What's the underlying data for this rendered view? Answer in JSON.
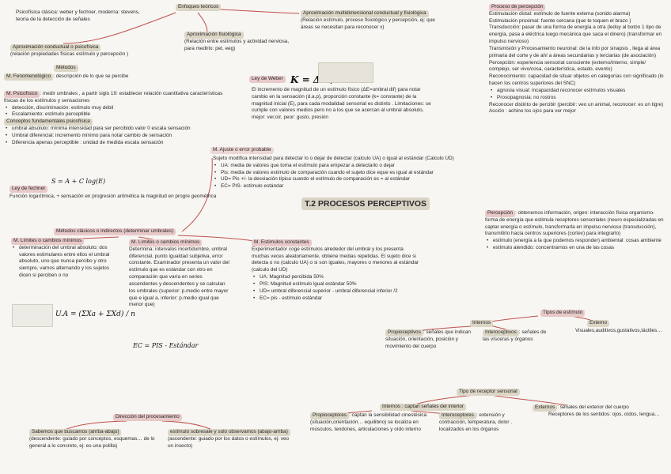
{
  "enfoques": {
    "title": "Enfoques teóricos",
    "psicofisica": "Psicofísica clásica: weber y fechner, moderna: stevens, teoría de la detección de señales",
    "multi_title": "Aproximación multidimensional conductual y fisiológica",
    "multi_text": "(Relación estímulo, proceso fisiológico y percepción, ej: que áreas se necesitan para reconocer x)",
    "fisio_title": "Aproximación fisiológica",
    "fisio_text": "(Relación entre estímulos y actividad nerviosa, para medirlo: pet, eeg)",
    "cond_title": "Aproximación conductual o psicofísica",
    "cond_text": "(relación propiedades físicas estímulo y percepción )"
  },
  "metodos": {
    "title": "Métodos",
    "feno_label": "M. Fenomenológico",
    "feno_text": ": descripción de lo que se percibe",
    "psico_label": "M. Psicofísico",
    "psico_text": ": medir umbrales , a partir siglo 19: establecer relación cuantitativa características físicas de los estímulos y sensaciones",
    "psico_items": [
      "detección, discriminación: estímulo muy débil",
      "Escalamiento: estímulo perceptible"
    ],
    "conceptos_title": "Conceptos fundamentales psicofísica",
    "conceptos_items": [
      "umbral absoluto: mínima intensidad para ser percibido valor 0 escala sensación",
      "Umbral diferencial: incremento mínimo para notar cambio de sensación",
      "Diferencia apenas perceptible : unidad de medida escala sensación"
    ]
  },
  "weber": {
    "title": "Ley de Weber",
    "formula": "K = ΔE / E",
    "text": "El incremento de magnitud de un estímulo físico (ΔE=umbral dif) para notar cambio en la sensación (d.a.p), proporción constante (k= constante) de la magnitud inicial (E), para cada modalidad sensorial es distinto . Limitaciones: se cumple con valores medios pero no a los que se acercan al umbral absoluto, mejor: ver,oír, peor: gusto, presión"
  },
  "fechner": {
    "title": "Ley de fechner",
    "formula": "S = A + C log(E)",
    "text": "Función logarítmica, + sensación en progresión aritmética la magnitud en progre geométrica"
  },
  "ajuste": {
    "title": "M. Ajuste o error probable",
    "intro": "Sujeto modifica intensidad para detectar lo o dejar de detectar (calculo UA) o igual al estándar (Calculo UD)",
    "items": [
      "UA: media de valores que toma el estímulo para empezar a detectarlo o dejar",
      "Pis: media de valores estimulo de comparación cuando el sujeto dice eque es igual al estándar",
      "UD= Pis +/- la desviación típica cuando el estímulo de comparación es = al estándar",
      "EC= PIS- estímulo estándar"
    ]
  },
  "page_title": "T.2 PROCESOS PERCEPTIVOS",
  "clasicos": {
    "title": "Métodos clásicos o indirectos (determinar umbrales)",
    "lim1_title": "M. Límites o cambios mínimos",
    "lim1_items": [
      "determinación del umbral absoluto; dos valores estimulares entre ellos el umbral absoluto, uno que nunca percibo y otro siempre, vamos alternando y los sujetos dicen si perciben o no"
    ],
    "lim1_formula": "U.A = (ΣXa + ΣXd) / n",
    "lim2_title": "M. Límites o cambios mínimos",
    "lim2_text": "Determina: intervalos incertidumbre, umbral diferencial, punto igualdad subjetiva, error constante. Examinador presenta un valor del estímulo que es estándar con otro en comparación que varía en series ascendentes y descendentes y se calculan los umbrales (superior: p.medio entre mayor que e igual a, inferior: p.medio igual que menor que)",
    "lim2_formula": "EC = PIS - Estándar",
    "const_title": "M. Estímulos constantes",
    "const_intro": "Experimentador coge estímulos alrededor del umbral y los presenta muchas veces aleatoriamente, obtiene medias repetidas. El sujeto dice si detecta o no (calculo UA) o si son iguales, mayores o menores al estándar (calculo del UD)",
    "const_items": [
      "UA: Magnitud percibida 50%",
      "PIS: Magnitud estímulo igual estándar 50%",
      "UD= umbral diferencial superior - umbral diferencial inferior /2",
      "EC= pis - estímulo estándar"
    ]
  },
  "direccion": {
    "title": "Dirección del procesamiento",
    "bu_title": "Sabemos que buscamos (arriba-abajo)",
    "bu_text": "(descendente: guiado por conceptos, esquemas… de lo general a lo concreto, ej: es una polilla)",
    "td_title": "estímulo sobresale y solo observamos (abajo-arriba)",
    "td_text": "(ascendente: guiado por los datos o estímulos, ej: veo un insecto)"
  },
  "proceso": {
    "title": "Proceso de percepción",
    "lines": [
      "Estimulación distal: estímulo de fuente externa (sonido alarma)",
      "Estimulación proximal: fuente cercana (que te toquen el brazo )",
      "Transducción: pasar de una forma de energía a otra (ledoy al botón 1 tipo de energía, pasa a eléctrica luego mecánica que saca el dinero) (transformar en impulso nervioso)",
      "Transmisión y Procesamiento neuronal: de la info por sinapsis , llega al área primaria del corte y de ahí a áreas secundarias y terciarias (de asociación)",
      "Percepción: experiencia sensorial consciente (externo/interno, simple/ complejo, ser vivo/cosa, característica, estado, evento)",
      "Reconocimiento: capacidad de situar objetos en categorías con significado (lo hacen los centros superiores del SNC)"
    ],
    "rec_items": [
      "agnosia visual: incapacidad reconocer estímulos visuales",
      "Prosopagnosia: no rostros"
    ],
    "lines2": [
      "Reconocer distinto de percibir (percibir: veo un animal, reconocer: es un tigre)",
      "Acción : achino los ojos para ver mejor"
    ]
  },
  "percepcion": {
    "label": "Percepción",
    "text": ": obtenemos información, origen: interacción física organismo-forma de energía que estimula receptores sensoriales (neuro especializadas en captar energía o estímulo, transformarla en impulso nervioso (transducción), transmitirlo hacia centros superiores (cortex) para integrarlo)",
    "items": [
      "estímulo (energía a la que podemos responder) ambiental: cosas ambiente",
      "estímulo atendido: concentrarnos en una de las cosas"
    ]
  },
  "tipos_estimulo": {
    "title": "Tipos de estímulo",
    "internos": "Internos",
    "externos": "Externo",
    "externos_text": "Visuales,auditivos,gustativos,táctiles…",
    "propio_label": "Propioceptivos",
    "propio_text": ": señales que indican situación, orientación, posición y movimiento del cuerpo",
    "intero_label": "Interoceptivos",
    "intero_text": ": señales de las vísceras y órganos"
  },
  "tipos_receptor": {
    "title": "Tipo de receptor sensorial",
    "internos": "Internos : captan señales del interior",
    "propio_label": "Propioceptores",
    "propio_text": ": captan la sensibilidad cinestésica (situación,orientación… equilibrio) se localiza en músculos, tendones, articulaciones y oído interno",
    "intero_label": "Interoceptores",
    "intero_text": ": extensión y contracción, temperatura, dolor . localizados en los órganos",
    "extero_label": "Externos",
    "extero_text": ": señales del exterior del cuerpo",
    "extero_text2": "Receptores de los sentidos: ojos, oídos, lengua…"
  },
  "colors": {
    "highlight_beige": "#dcd6c6",
    "highlight_pink": "#e8c9c9",
    "line_red": "#c0504d",
    "background": "#f7f6f2"
  }
}
